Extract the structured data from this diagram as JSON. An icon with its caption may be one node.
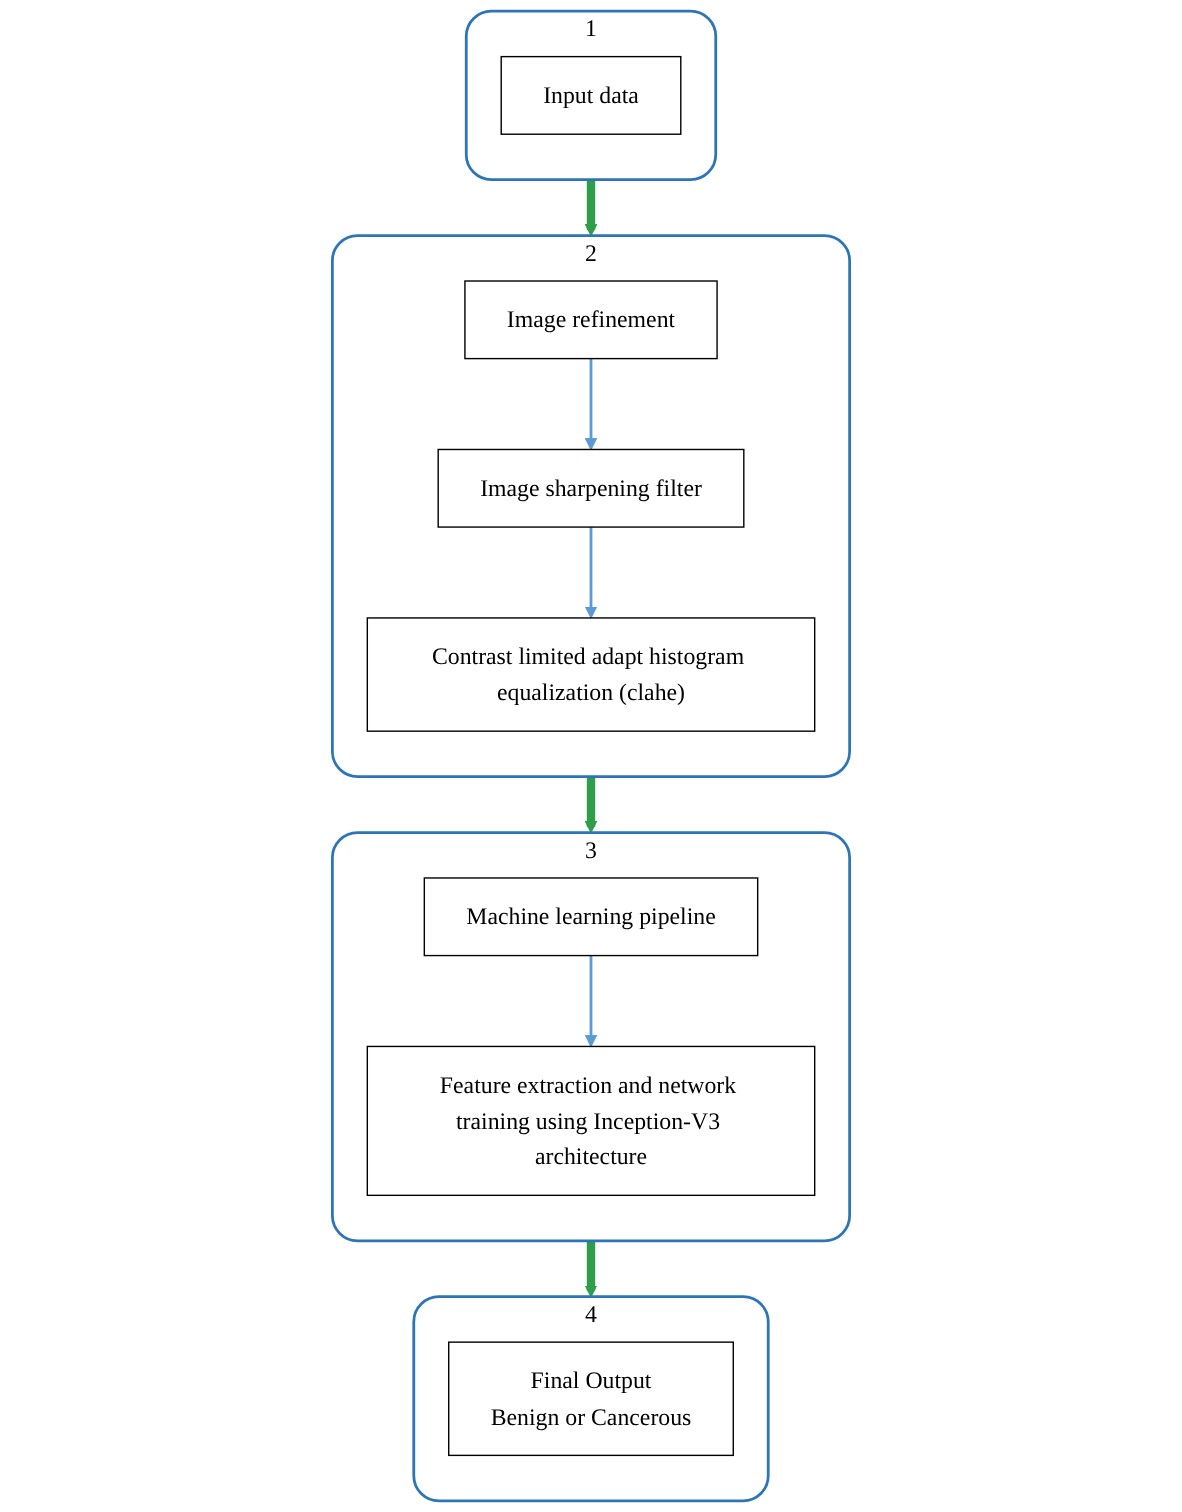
{
  "diagram": {
    "nodes": [
      {
        "text": [],
        "shape": "box",
        "beside": [
          "1"
        ]
      },
      {
        "text": [
          "Input data"
        ],
        "in": 0
      },
      {
        "text": [],
        "shape": "box",
        "beside": [
          "2"
        ]
      },
      {
        "text": [
          "Image refinement"
        ],
        "in": 2
      },
      {
        "text": [
          "Image sharpening filter"
        ],
        "in": 2
      },
      {
        "text": [
          "Contrast limited adapt histogram equalization (clahe)"
        ],
        "in": 2
      },
      {
        "text": [],
        "shape": "box",
        "beside": [
          "3"
        ]
      },
      {
        "text": [
          "Machine learning pipeline"
        ],
        "in": 6
      },
      {
        "text": [
          "Feature extraction and network training using Inception-V3 architecture"
        ],
        "in": 6
      },
      {
        "text": [],
        "shape": "box",
        "beside": [
          "4"
        ]
      },
      {
        "text": [
          "Final Output",
          "Benign or Cancerous"
        ],
        "in": 9
      }
    ],
    "edges": [
      {
        "from": 0,
        "to": 2,
        "arrow": "to",
        "style": "thick",
        "color": "#2e9e4a"
      },
      {
        "from": 3,
        "to": 4,
        "arrow": "to",
        "color": "#5b9bd5"
      },
      {
        "from": 4,
        "to": 5,
        "arrow": "to",
        "color": "#5b9bd5"
      },
      {
        "from": 2,
        "to": 6,
        "arrow": "to",
        "style": "thick",
        "color": "#2e9e4a"
      },
      {
        "from": 7,
        "to": 8,
        "arrow": "to",
        "color": "#5b9bd5"
      },
      {
        "from": 6,
        "to": 9,
        "arrow": "to",
        "style": "thick",
        "color": "#2e9e4a"
      }
    ]
  }
}
